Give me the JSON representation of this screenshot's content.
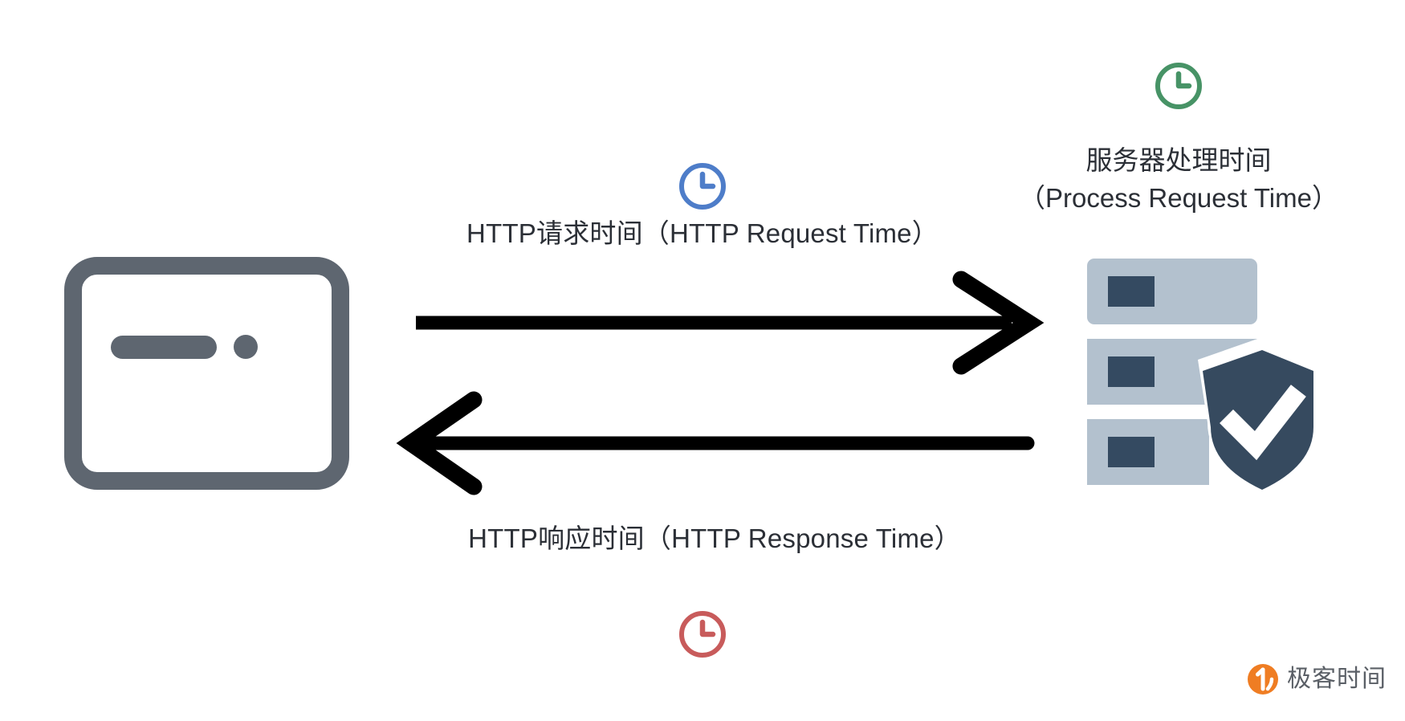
{
  "diagram": {
    "title": "HTTP request / response timing",
    "background_color": "#ffffff",
    "text_color": "#2b2f36"
  },
  "labels": {
    "request": "HTTP请求时间（HTTP Request Time）",
    "response": "HTTP响应时间（HTTP Response Time）",
    "server_line1": "服务器处理时间",
    "server_line2": "（Process Request Time）"
  },
  "clocks": [
    {
      "name": "request-clock",
      "color": "#4e7dc9",
      "position": "above-request-label"
    },
    {
      "name": "server-clock",
      "color": "#479366",
      "position": "above-server-label"
    },
    {
      "name": "response-clock",
      "color": "#c85b5b",
      "position": "below-response-label"
    }
  ],
  "nodes": {
    "client": {
      "icon": "browser-window-icon",
      "color": "#5e6670"
    },
    "server": {
      "icon": "server-stack-icon",
      "rack_color": "#b3c1ce",
      "slot_color": "#344a61",
      "shield_color": "#364a5f",
      "check_color": "#ffffff"
    }
  },
  "arrows": [
    {
      "name": "request-arrow",
      "direction": "right",
      "color": "#000000"
    },
    {
      "name": "response-arrow",
      "direction": "left",
      "color": "#000000"
    }
  ],
  "logo": {
    "text": "极客时间",
    "mark_color": "#ef7d23",
    "text_color": "#5a5f66"
  }
}
